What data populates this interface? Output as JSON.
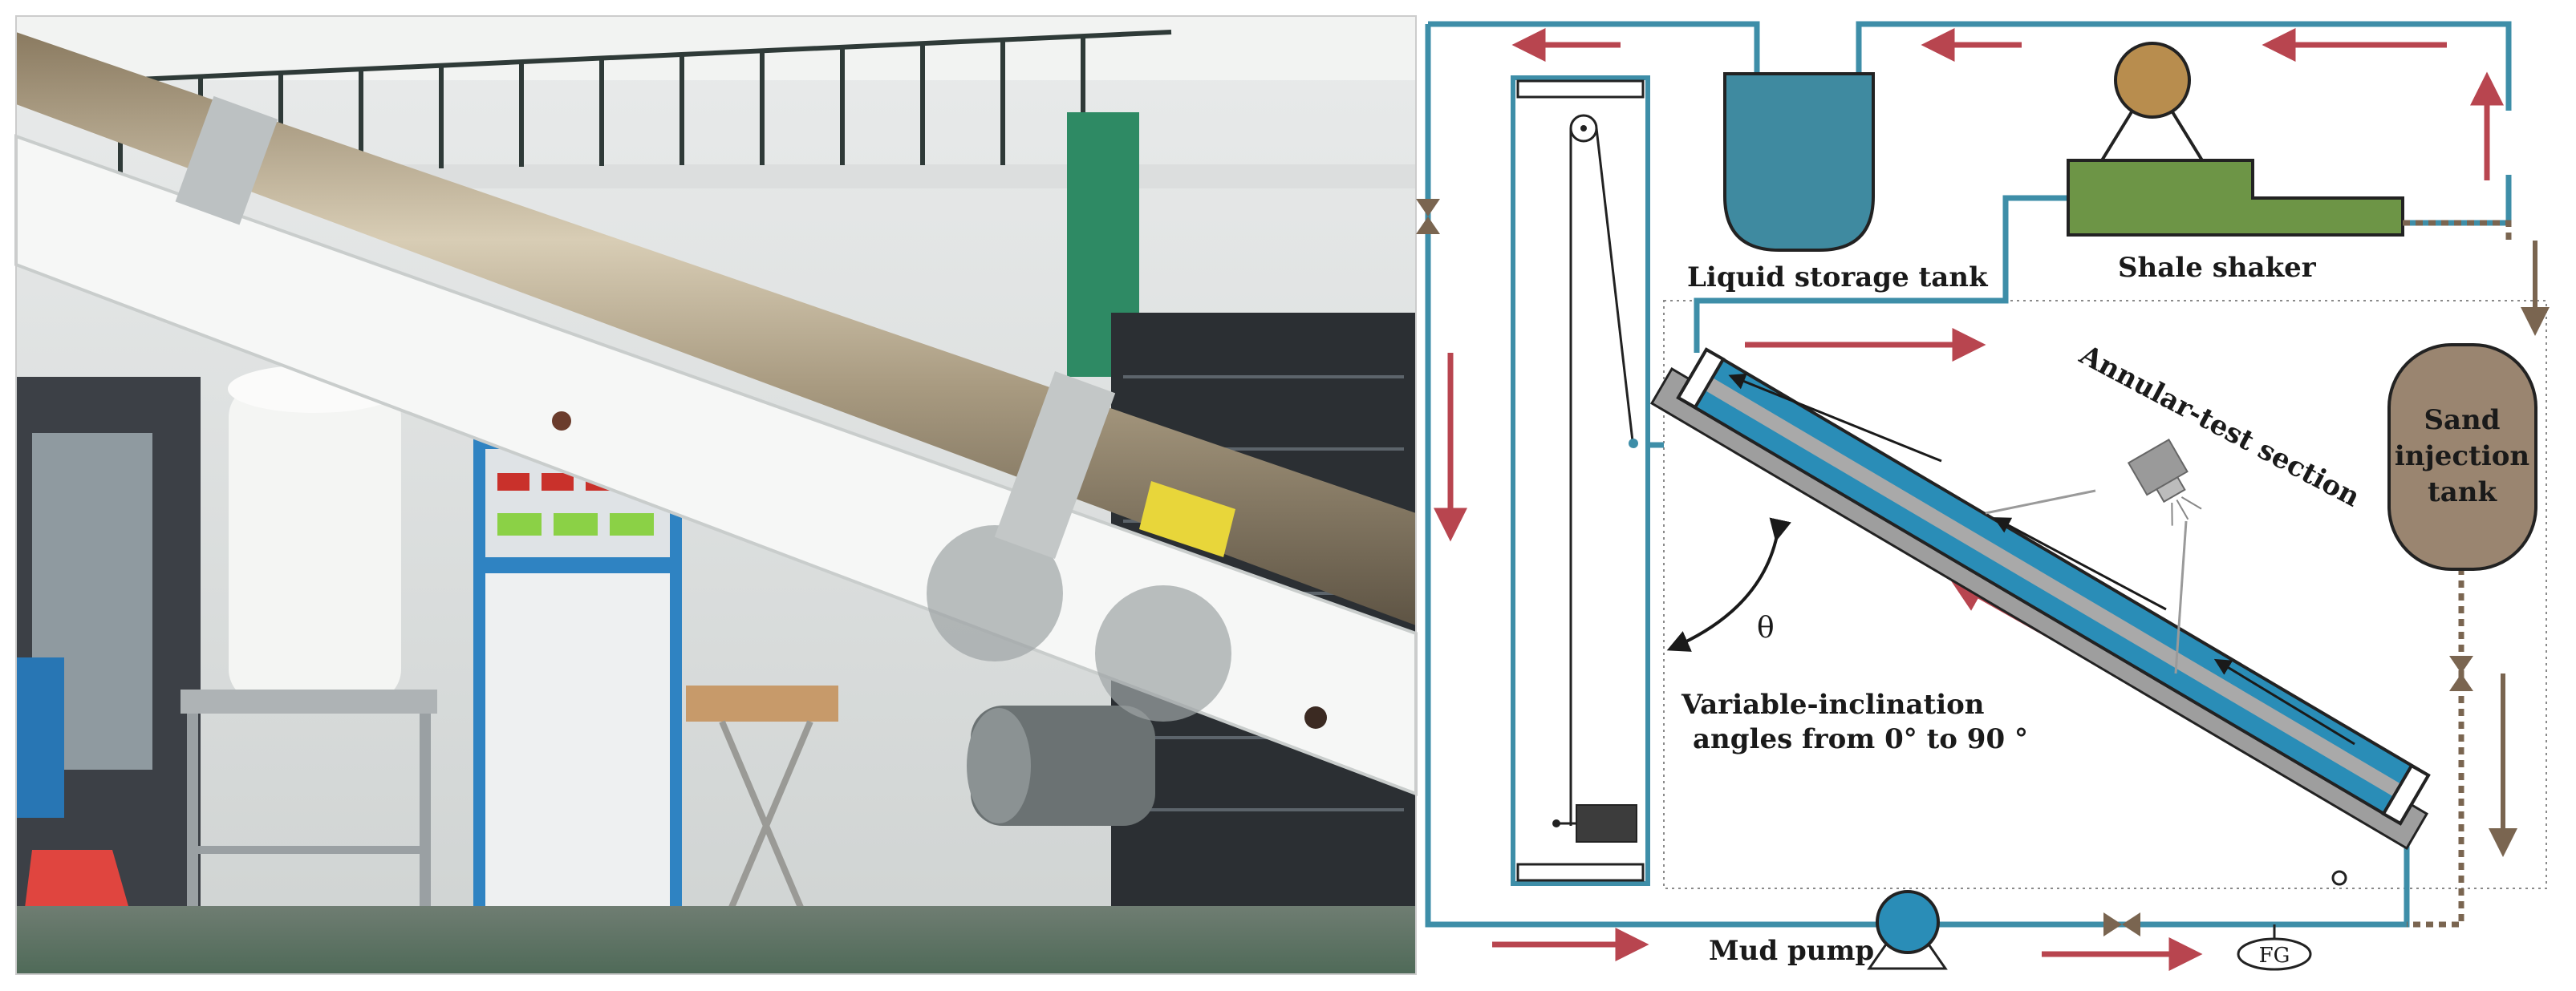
{
  "labels": {
    "liquid_storage_tank": "Liquid storage tank",
    "shale_shaker": "Shale shaker",
    "sand_injection_tank_line1": "Sand",
    "sand_injection_tank_line2": "injection",
    "sand_injection_tank_line3": "tank",
    "annular_test_section": "Annular-test section",
    "angle_symbol": "θ",
    "inclination_line1": "Variable-inclination",
    "inclination_line2": "angles from 0° to 90 °",
    "mud_pump": "Mud pump",
    "flow_gauge": "FG"
  },
  "colors": {
    "pipe": "#3e8ea8",
    "flow_arrow": "#b8454f",
    "sand_arrow": "#7a6550",
    "tank_fill": "#3f8aa0",
    "shaker_fill": "#6d9546",
    "shaker_motor": "#b88d4e",
    "sand_tank_fill": "#9a8570",
    "annulus_blue": "#2a8db7",
    "inner_pipe_gray": "#a9a9a9",
    "rail_gray": "#9e9e9e"
  }
}
